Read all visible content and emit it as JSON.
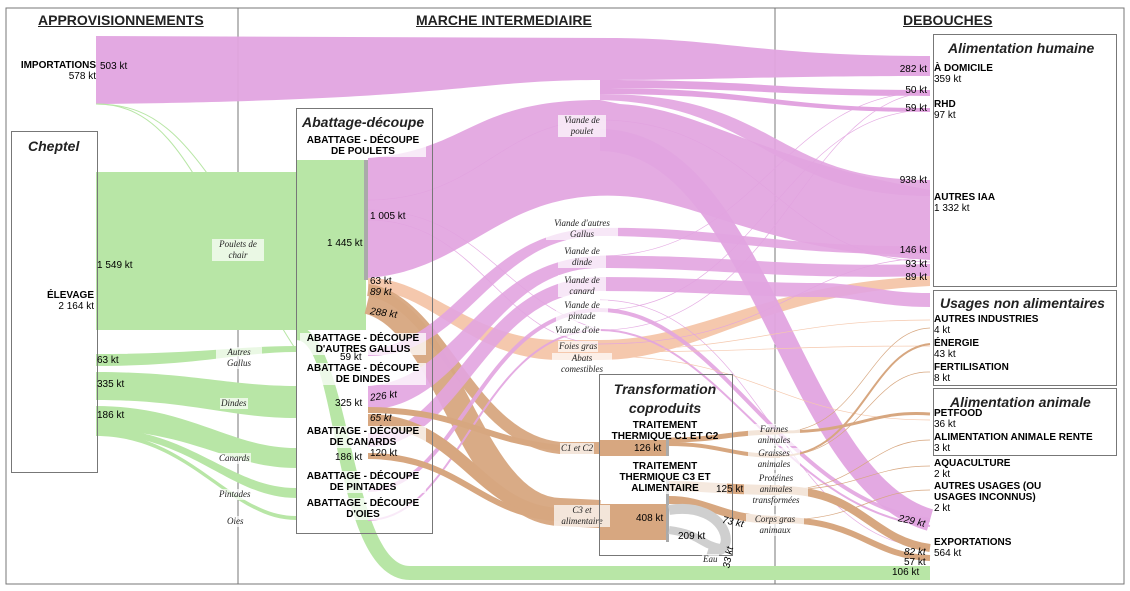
{
  "columns": {
    "approvisionnements": "APPROVISIONNEMENTS",
    "marche": "MARCHE INTERMEDIAIRE",
    "debouches": "DEBOUCHES"
  },
  "colors": {
    "imports_flow": "#e2a4e0",
    "livestock_flow": "#b8e6a6",
    "meat_flow": "#e2a4e0",
    "byproduct_flow": "#d7a780",
    "abats_flow": "#f5c8ad",
    "water_flow": "#cfcfcf",
    "box_border": "#777777"
  },
  "sources": {
    "importations": {
      "label": "IMPORTATIONS",
      "total": "578 kt",
      "flow": "503 kt"
    },
    "cheptel_title": "Cheptel",
    "elevage": {
      "label": "ÉLEVAGE",
      "total": "2 164 kt"
    },
    "flows": {
      "poulets": "1 549 kt",
      "autres_gallus": "63 kt",
      "dindes": "335 kt",
      "canards": "186 kt"
    }
  },
  "species_labels": {
    "poulets": "Poulets de chair",
    "autres_gallus": "Autres Gallus",
    "dindes": "Dindes",
    "canards": "Canards",
    "pintades": "Pintades",
    "oies": "Oies"
  },
  "abattage": {
    "title": "Abattage-découpe",
    "poulets": {
      "label": "ABATTAGE - DÉCOUPE DE POULETS",
      "input": "1 445 kt",
      "out_viande": "1 005 kt",
      "out_63": "63 kt",
      "out_89": "89 kt",
      "out_288": "288 kt"
    },
    "autres_gallus": {
      "label": "ABATTAGE - DÉCOUPE D'AUTRES GALLUS",
      "value": "59 kt"
    },
    "dindes": {
      "label": "ABATTAGE - DÉCOUPE DE DINDES",
      "input": "325 kt",
      "out_226": "226 kt",
      "out_65": "65 kt"
    },
    "canards": {
      "label": "ABATTAGE - DÉCOUPE DE CANARDS",
      "input": "186 kt",
      "out_120": "120 kt"
    },
    "pintades": {
      "label": "ABATTAGE - DÉCOUPE DE PINTADES"
    },
    "oies": {
      "label": "ABATTAGE - DÉCOUPE D'OIES"
    }
  },
  "products": {
    "viande_poulet": "Viande de poulet",
    "viande_gallus": "Viande d'autres Gallus",
    "viande_dinde": "Viande de dinde",
    "viande_canard": "Viande de canard",
    "viande_pintade": "Viande de pintade",
    "viande_oie": "Viande d'oie",
    "foies_gras": "Foies gras",
    "abats": "Abats comestibles",
    "c1c2": "C1 et C2",
    "c3": "C3 et alimentaire"
  },
  "transformation": {
    "title": "Transformation coproduits",
    "ttc1c2": {
      "label": "TRAITEMENT THERMIQUE C1 ET C2",
      "value": "126 kt"
    },
    "ttc3": {
      "label": "TRAITEMENT THERMIQUE C3 ET ALIMENTAIRE",
      "value": "408 kt"
    },
    "out_125": "125 kt",
    "out_73": "73 kt",
    "out_33": "33 kt",
    "out_209": "209 kt",
    "farines": "Farines animales",
    "graisses": "Graisses animales",
    "proteines": "Protéines animales transformées",
    "corps_gras": "Corps gras animaux",
    "eau": "Eau"
  },
  "debouches": {
    "alim_humaine": {
      "title": "Alimentation humaine",
      "domicile": {
        "label": "À DOMICILE",
        "total": "359 kt",
        "v1": "282 kt",
        "v2": "50 kt"
      },
      "rhd": {
        "label": "RHD",
        "total": "97 kt",
        "v1": "59 kt"
      },
      "autres_iaa": {
        "label": "AUTRES IAA",
        "total": "1 332 kt",
        "v1": "938 kt",
        "v2": "146 kt",
        "v3": "93 kt",
        "v4": "89 kt"
      }
    },
    "non_alim": {
      "title": "Usages non alimentaires",
      "autres_industries": {
        "label": "AUTRES INDUSTRIES",
        "total": "4 kt"
      },
      "energie": {
        "label": "ÉNERGIE",
        "total": "43 kt"
      },
      "fertilisation": {
        "label": "FERTILISATION",
        "total": "8 kt"
      }
    },
    "alim_animale": {
      "title": "Alimentation animale",
      "petfood": {
        "label": "PETFOOD",
        "total": "36 kt"
      },
      "rente": {
        "label": "ALIMENTATION ANIMALE RENTE",
        "total": "3 kt"
      },
      "aquaculture": {
        "label": "AQUACULTURE",
        "total": "2 kt"
      },
      "autres_usages": {
        "label": "AUTRES USAGES (OU USAGES INCONNUS)",
        "total": "2 kt"
      }
    },
    "exportations": {
      "label": "EXPORTATIONS",
      "total": "564 kt",
      "v229": "229 kt",
      "v82": "82 kt",
      "v57": "57 kt",
      "v106": "106 kt"
    }
  }
}
